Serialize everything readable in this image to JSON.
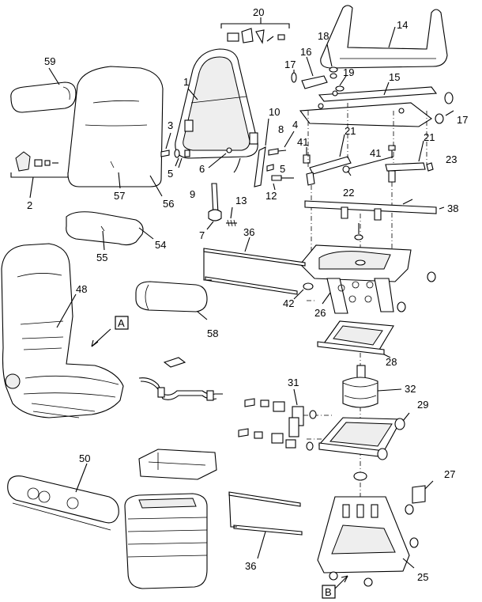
{
  "callouts": {
    "c1": "1",
    "c2": "2",
    "c3": "3",
    "c4": "4",
    "c5a": "5",
    "c5b": "5",
    "c6": "6",
    "c7": "7",
    "c8": "8",
    "c9": "9",
    "c10": "10",
    "c12": "12",
    "c13": "13",
    "c14": "14",
    "c15": "15",
    "c16": "16",
    "c17a": "17",
    "c17b": "17",
    "c18": "18",
    "c19": "19",
    "c20": "20",
    "c21a": "21",
    "c21b": "21",
    "c22": "22",
    "c23": "23",
    "c25": "25",
    "c26": "26",
    "c27": "27",
    "c28": "28",
    "c29": "29",
    "c31": "31",
    "c32": "32",
    "c36a": "36",
    "c36b": "36",
    "c38": "38",
    "c41a": "41",
    "c41b": "41",
    "c42": "42",
    "c48": "48",
    "c50": "50",
    "c54": "54",
    "c55": "55",
    "c56": "56",
    "c57": "57",
    "c58": "58",
    "c59": "59"
  },
  "view_labels": {
    "a": "A",
    "b": "B"
  }
}
